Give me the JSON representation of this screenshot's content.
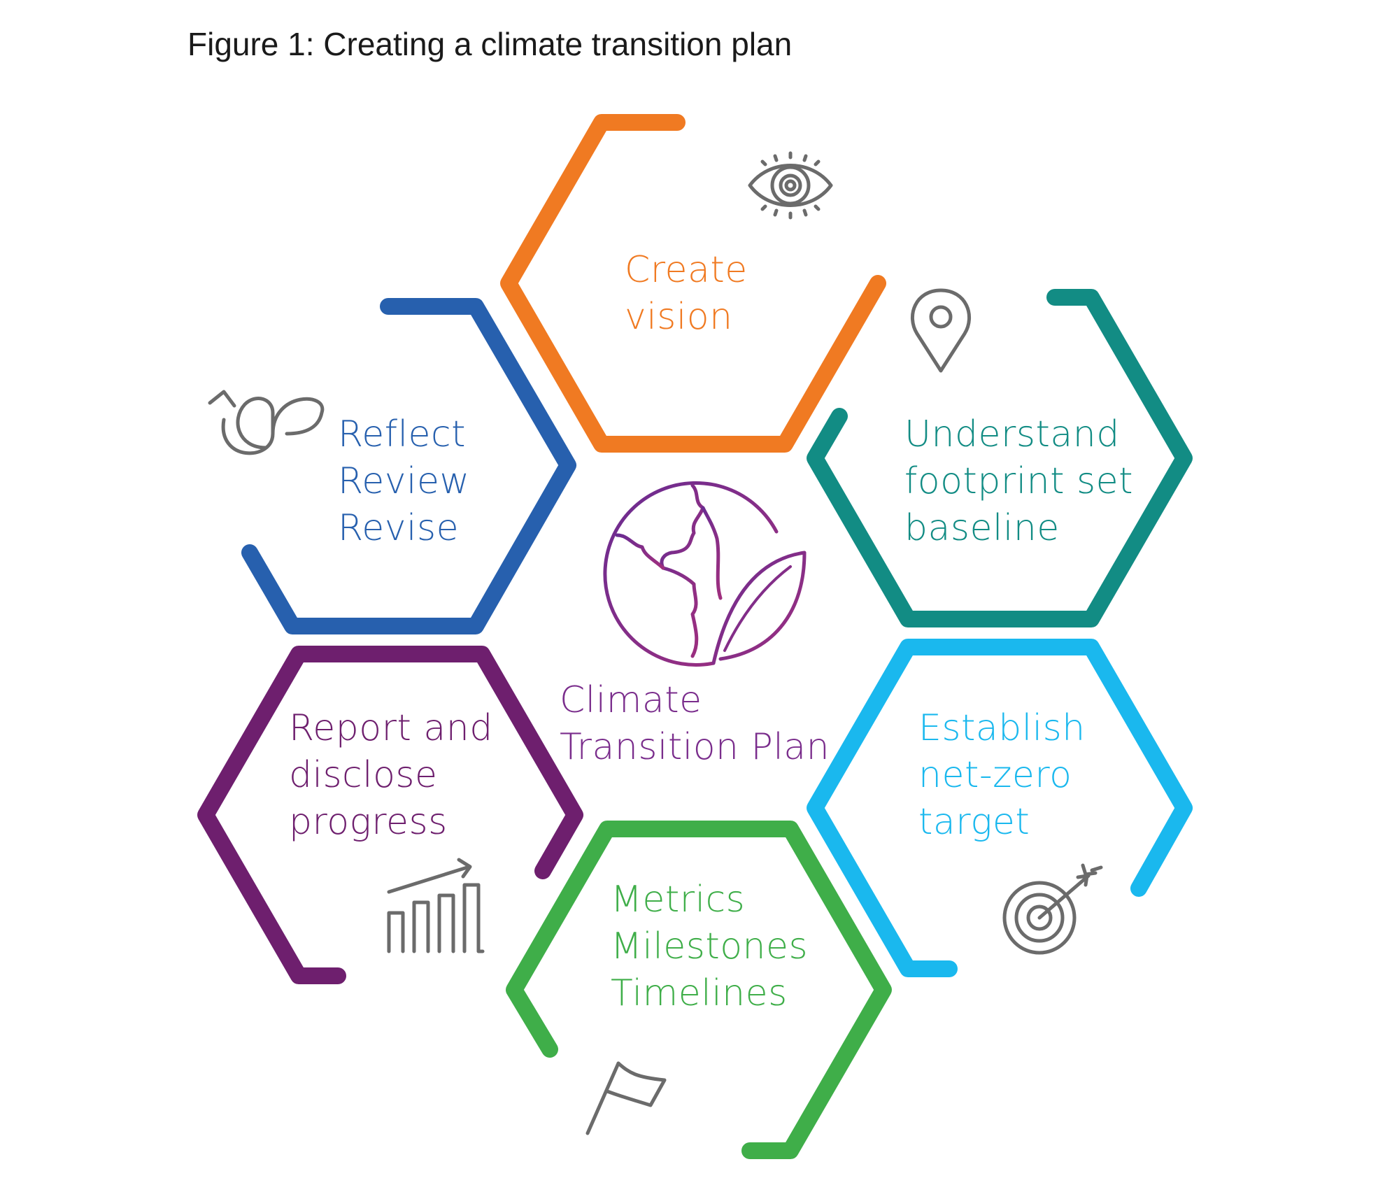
{
  "figure": {
    "title": "Figure 1: Creating a climate transition plan"
  },
  "center": {
    "lines": [
      "Climate",
      "Transition Plan"
    ],
    "color": "#7a2d8c",
    "icon": "globe-leaf-icon"
  },
  "hexagons": [
    {
      "id": "create-vision",
      "lines": [
        "Create",
        "vision"
      ],
      "color": "#f07a22",
      "icon": "eye-icon"
    },
    {
      "id": "understand-footprint",
      "lines": [
        "Understand",
        "footprint set",
        "baseline"
      ],
      "color": "#128c84",
      "icon": "location-pin-icon"
    },
    {
      "id": "establish-net-zero",
      "lines": [
        "Establish",
        "net-zero",
        "target"
      ],
      "color": "#1ab8ee",
      "icon": "target-icon"
    },
    {
      "id": "metrics-milestones",
      "lines": [
        "Metrics",
        "Milestones",
        "Timelines"
      ],
      "color": "#3fae49",
      "icon": "flag-icon"
    },
    {
      "id": "report-disclose",
      "lines": [
        "Report and",
        "disclose",
        "progress"
      ],
      "color": "#6e1f6e",
      "icon": "bar-chart-icon"
    },
    {
      "id": "reflect-review",
      "lines": [
        "Reflect",
        "Review",
        "Revise"
      ],
      "color": "#2760ae",
      "icon": "loop-arrow-icon"
    }
  ]
}
